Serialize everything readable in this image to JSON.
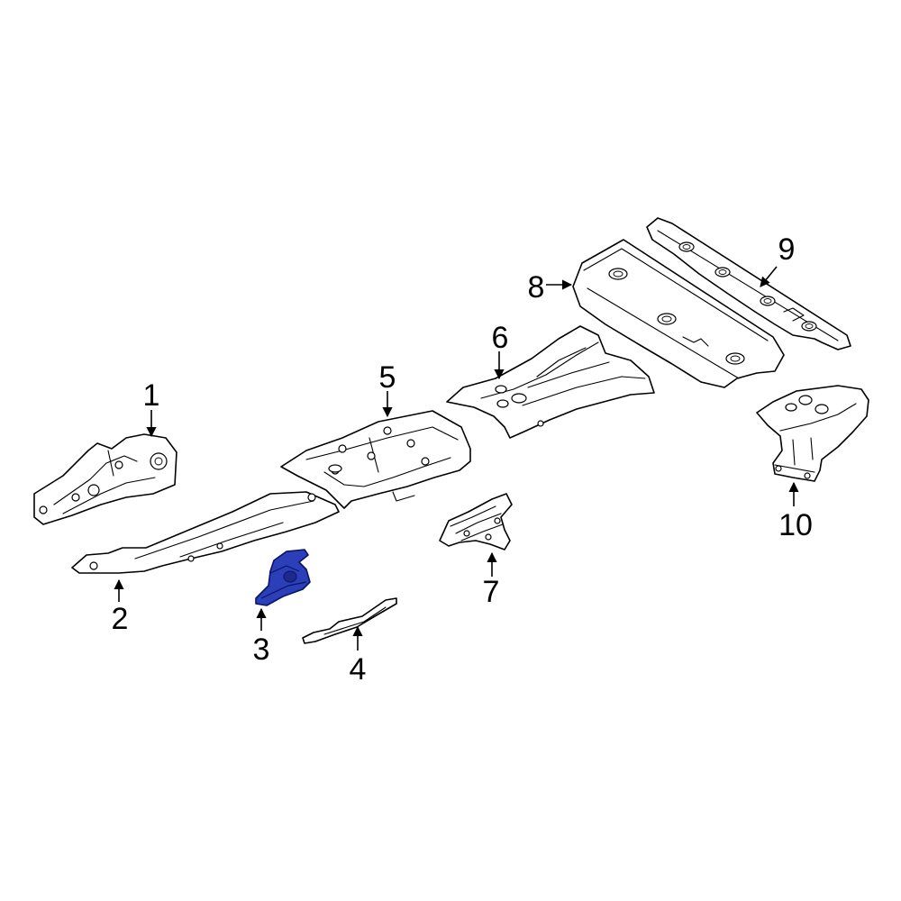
{
  "colors": {
    "outline": "#000000",
    "background": "#ffffff",
    "highlight_fill": "#2a3fb8",
    "highlight_stroke": "#0a1466"
  },
  "highlighted_part": "3",
  "callouts": [
    {
      "id": "1",
      "label": "1"
    },
    {
      "id": "2",
      "label": "2"
    },
    {
      "id": "3",
      "label": "3"
    },
    {
      "id": "4",
      "label": "4"
    },
    {
      "id": "5",
      "label": "5"
    },
    {
      "id": "6",
      "label": "6"
    },
    {
      "id": "7",
      "label": "7"
    },
    {
      "id": "8",
      "label": "8"
    },
    {
      "id": "9",
      "label": "9"
    },
    {
      "id": "10",
      "label": "10"
    }
  ]
}
